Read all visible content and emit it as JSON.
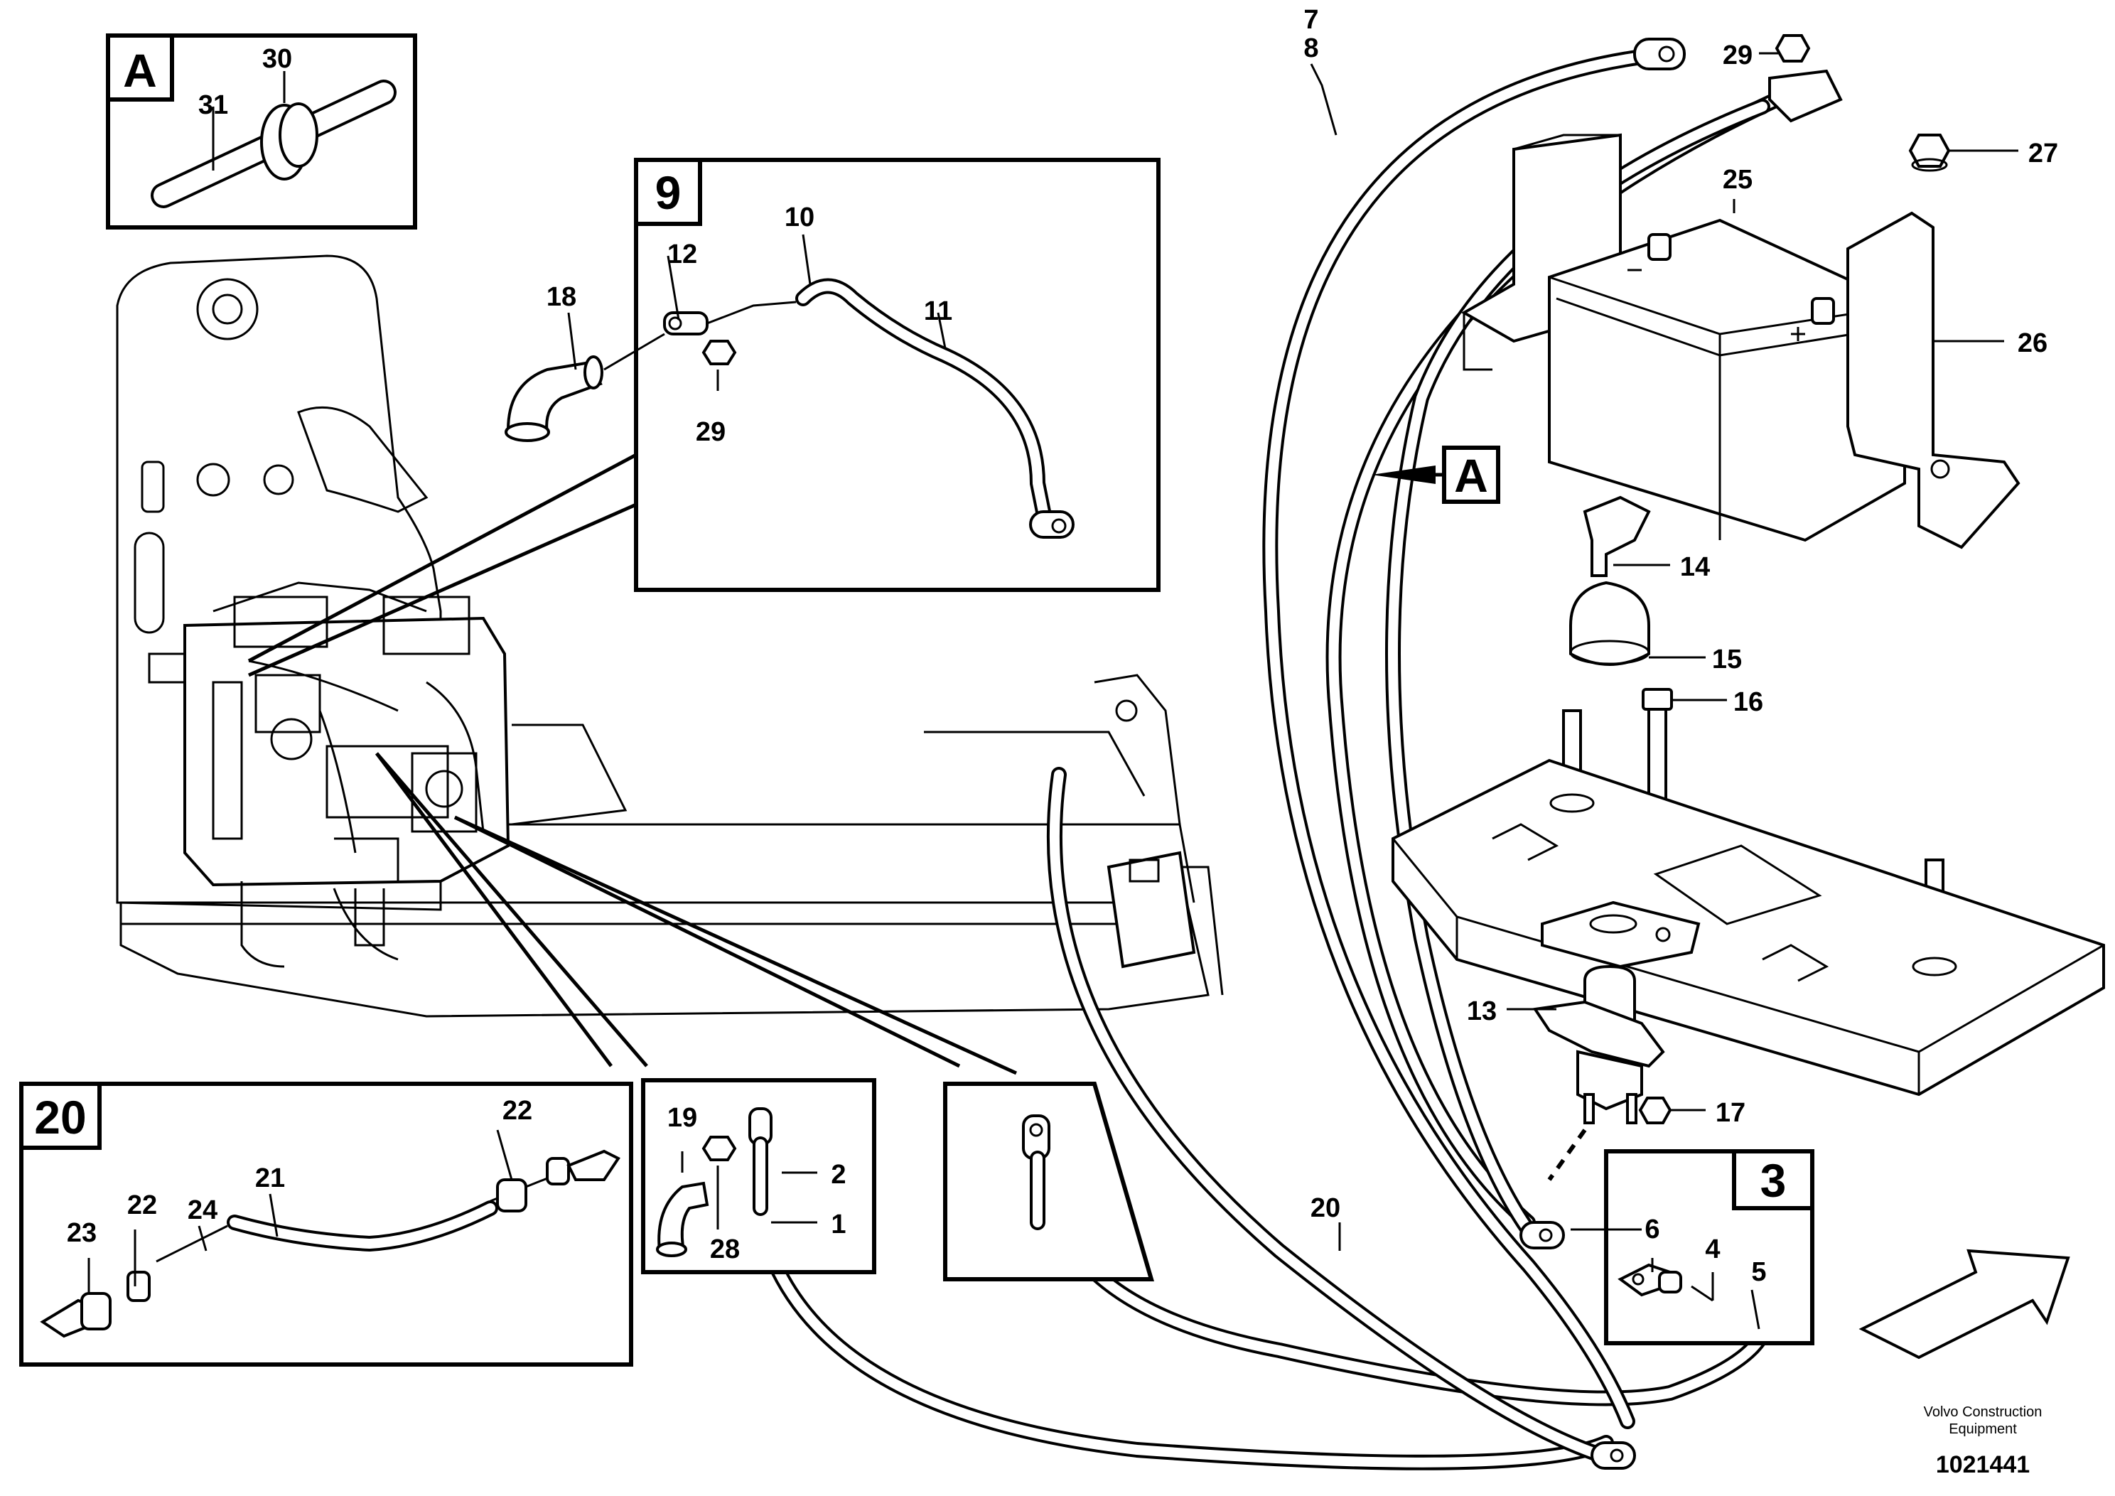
{
  "insets": {
    "a": "A",
    "nine": "9",
    "twenty": "20",
    "three": "3",
    "view_marker": "A"
  },
  "part_numbers": {
    "p1": "1",
    "p2": "2",
    "p4": "4",
    "p5": "5",
    "p6": "6",
    "p7": "7",
    "p8": "8",
    "p10": "10",
    "p11": "11",
    "p12": "12",
    "p13": "13",
    "p14": "14",
    "p15": "15",
    "p16": "16",
    "p17": "17",
    "p18": "18",
    "p19": "19",
    "p20_main": "20",
    "p21": "21",
    "p22_left": "22",
    "p22_right": "22",
    "p23": "23",
    "p24": "24",
    "p25": "25",
    "p26": "26",
    "p27": "27",
    "p28": "28",
    "p29_top": "29",
    "p29_inset": "29",
    "p30": "30",
    "p31": "31"
  },
  "credit": {
    "line1": "Volvo Construction",
    "line2": "Equipment",
    "doc_number": "1021441"
  }
}
